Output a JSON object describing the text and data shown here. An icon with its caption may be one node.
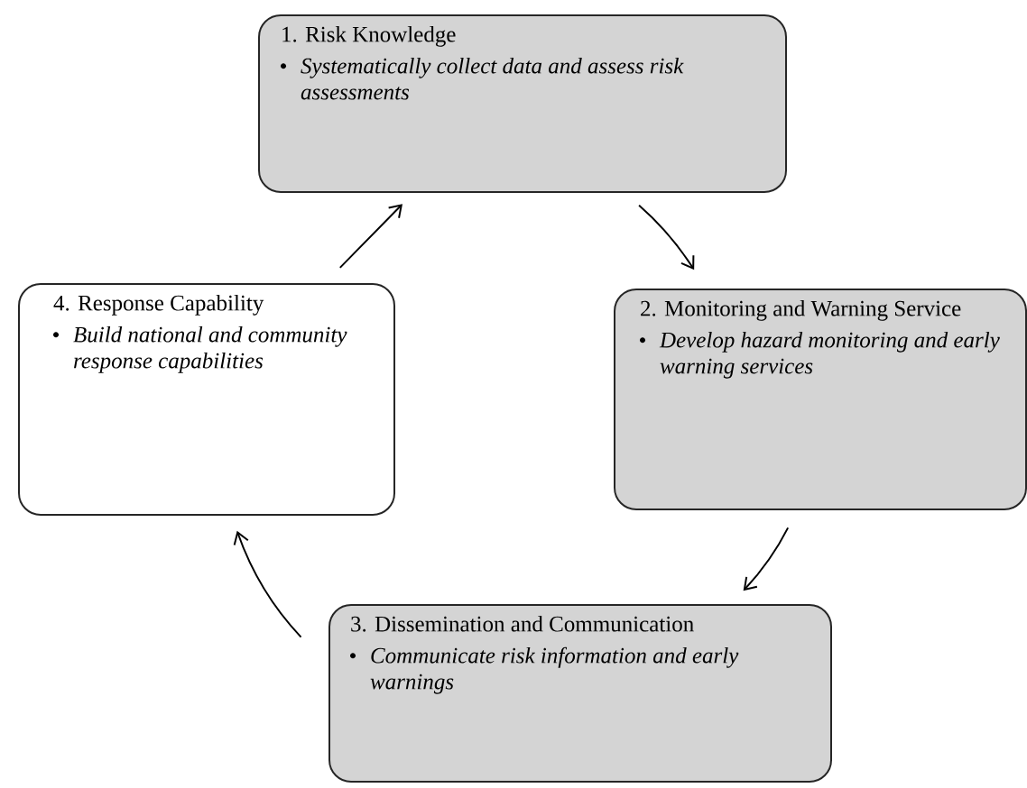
{
  "diagram": {
    "nodes": [
      {
        "text": [
          "1. Risk Knowledge",
          "Systematically collect data and assess risk assessments"
        ]
      },
      {
        "text": [
          "2. Monitoring and Warning Service",
          "Develop hazard monitoring and early warning services"
        ]
      },
      {
        "text": [
          "3. Dissemination and Communication",
          "Communicate risk information and early warnings"
        ]
      },
      {
        "text": [
          "4. Response Capability",
          "Build national and community response capabilities"
        ]
      }
    ],
    "edges": [
      {
        "from": 0,
        "to": 1,
        "arrow": "to"
      },
      {
        "from": 1,
        "to": 2,
        "arrow": "to"
      },
      {
        "from": 2,
        "to": 3,
        "arrow": "to"
      },
      {
        "from": 3,
        "to": 0,
        "arrow": "to"
      }
    ]
  }
}
